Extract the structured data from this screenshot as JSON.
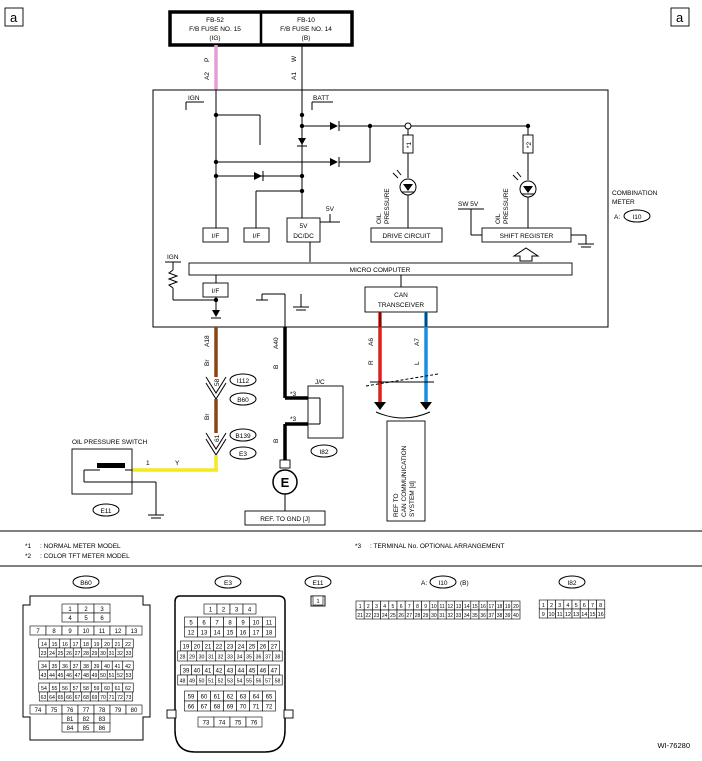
{
  "corner_label": "a",
  "fuses": [
    {
      "id": "FB-52",
      "name": "F/B FUSE NO. 15",
      "sub": "(IG)"
    },
    {
      "id": "FB-10",
      "name": "F/B FUSE NO. 14",
      "sub": "(B)"
    }
  ],
  "wires": {
    "pink": {
      "pin": "A2",
      "color_code": "P",
      "color": "#e89cd6"
    },
    "white": {
      "pin": "A1",
      "color_code": "W",
      "color": "#000000"
    },
    "brown": {
      "pin": "A18",
      "color_code": "Br",
      "color": "#8b4513"
    },
    "black": {
      "pin": "A40",
      "color_code": "B",
      "color": "#000000"
    },
    "red": {
      "pin": "A6",
      "color_code": "R",
      "color": "#e0201a"
    },
    "blue": {
      "pin": "A7",
      "color_code": "L",
      "color": "#1a8fe0"
    },
    "yellow": {
      "pin": "1",
      "color_code": "Y",
      "color": "#f2ea1e"
    },
    "black2": {
      "color_code": "B"
    },
    "brown2": {
      "color_code": "Br"
    }
  },
  "meter": {
    "ign": "IGN",
    "batt": "BATT",
    "if_label": "I/F",
    "dcdc1": "5V",
    "dcdc2": "DC/DC",
    "v5": "5V",
    "sw5v": "SW 5V",
    "oil_pressure_1": "OIL",
    "oil_pressure_2": "PRESSURE",
    "drive_circuit": "DRIVE CIRCUIT",
    "shift_register": "SHIFT REGISTER",
    "micro_computer": "MICRO COMPUTER",
    "can1": "CAN",
    "can2": "TRANSCEIVER",
    "mark1": "*1",
    "mark2": "*2",
    "title1": "COMBINATION",
    "title2": "METER",
    "conn_prefix": "A:",
    "conn": "I10"
  },
  "connectors": {
    "i112": "I112",
    "b60": "B60",
    "b139": "B139",
    "e3": "E3",
    "pin58": "58",
    "pin61": "61",
    "jc": "J/C",
    "i82": "I82",
    "mark3": "*3",
    "e11": "E11",
    "ground": "E"
  },
  "oil_switch": "OIL PRESSURE SWITCH",
  "ref_gnd": "REF. TO GND [J]",
  "ref_can": [
    "REF TO",
    "CAN COMMUNICATION",
    "SYSTEM [d]"
  ],
  "notes": [
    {
      "mark": "*1",
      "text": ": NORMAL METER MODEL"
    },
    {
      "mark": "*2",
      "text": ": COLOR TFT METER MODEL"
    },
    {
      "mark": "*3",
      "text": ": TERMINAL No. OPTIONAL ARRANGEMENT"
    }
  ],
  "pinouts": {
    "b60": {
      "label": "B60",
      "rows": [
        [
          "1",
          "2",
          "3"
        ],
        [
          "4",
          "5",
          "6"
        ],
        [
          "7",
          "8",
          "9",
          "10",
          "11",
          "12",
          "13"
        ],
        [
          "14",
          "15",
          "16",
          "17",
          "18",
          "19",
          "20",
          "21",
          "22"
        ],
        [
          "23",
          "24",
          "25",
          "26",
          "27",
          "28",
          "29",
          "30",
          "31",
          "32",
          "33"
        ],
        [
          "34",
          "35",
          "36",
          "37",
          "38",
          "39",
          "40",
          "41",
          "42"
        ],
        [
          "43",
          "44",
          "45",
          "46",
          "47",
          "48",
          "49",
          "50",
          "51",
          "52",
          "53"
        ],
        [
          "54",
          "55",
          "56",
          "57",
          "58",
          "59",
          "60",
          "61",
          "62"
        ],
        [
          "63",
          "64",
          "65",
          "66",
          "67",
          "68",
          "69",
          "70",
          "71",
          "72",
          "73"
        ],
        [
          "74",
          "75",
          "76",
          "77",
          "78",
          "79",
          "80"
        ],
        [
          "81",
          "82",
          "83"
        ],
        [
          "84",
          "85",
          "86"
        ]
      ]
    },
    "e3": {
      "label": "E3",
      "rows": [
        [
          "1",
          "2",
          "3",
          "4"
        ],
        [
          "5",
          "6",
          "7",
          "8",
          "9",
          "10",
          "11"
        ],
        [
          "12",
          "13",
          "14",
          "15",
          "16",
          "17",
          "18"
        ],
        [
          "19",
          "20",
          "21",
          "22",
          "23",
          "24",
          "25",
          "26",
          "27"
        ],
        [
          "28",
          "29",
          "30",
          "31",
          "32",
          "33",
          "34",
          "35",
          "36",
          "37",
          "38"
        ],
        [
          "39",
          "40",
          "41",
          "42",
          "43",
          "44",
          "45",
          "46",
          "47"
        ],
        [
          "48",
          "49",
          "50",
          "51",
          "52",
          "53",
          "54",
          "55",
          "56",
          "57",
          "58"
        ],
        [
          "59",
          "60",
          "61",
          "62",
          "63",
          "64",
          "65"
        ],
        [
          "66",
          "67",
          "68",
          "69",
          "70",
          "71",
          "72"
        ],
        [
          "73",
          "74",
          "75",
          "76"
        ]
      ]
    },
    "e11": {
      "label": "E11",
      "rows": [
        [
          "1"
        ]
      ]
    },
    "i10": {
      "prefix": "A:",
      "label": "I10",
      "suffix": "(B)",
      "rows": [
        [
          "1",
          "2",
          "3",
          "4",
          "5",
          "6",
          "7",
          "8",
          "9",
          "10",
          "11",
          "12",
          "13",
          "14",
          "15",
          "16",
          "17",
          "18",
          "19",
          "20"
        ],
        [
          "21",
          "22",
          "23",
          "24",
          "25",
          "26",
          "27",
          "28",
          "29",
          "30",
          "31",
          "32",
          "33",
          "34",
          "35",
          "36",
          "37",
          "38",
          "39",
          "40"
        ]
      ]
    },
    "i82": {
      "label": "I82",
      "rows": [
        [
          "1",
          "2",
          "3",
          "4",
          "5",
          "6",
          "7",
          "8"
        ],
        [
          "9",
          "10",
          "11",
          "12",
          "13",
          "14",
          "15",
          "16"
        ]
      ]
    }
  },
  "diagram_id": "WI-76280"
}
